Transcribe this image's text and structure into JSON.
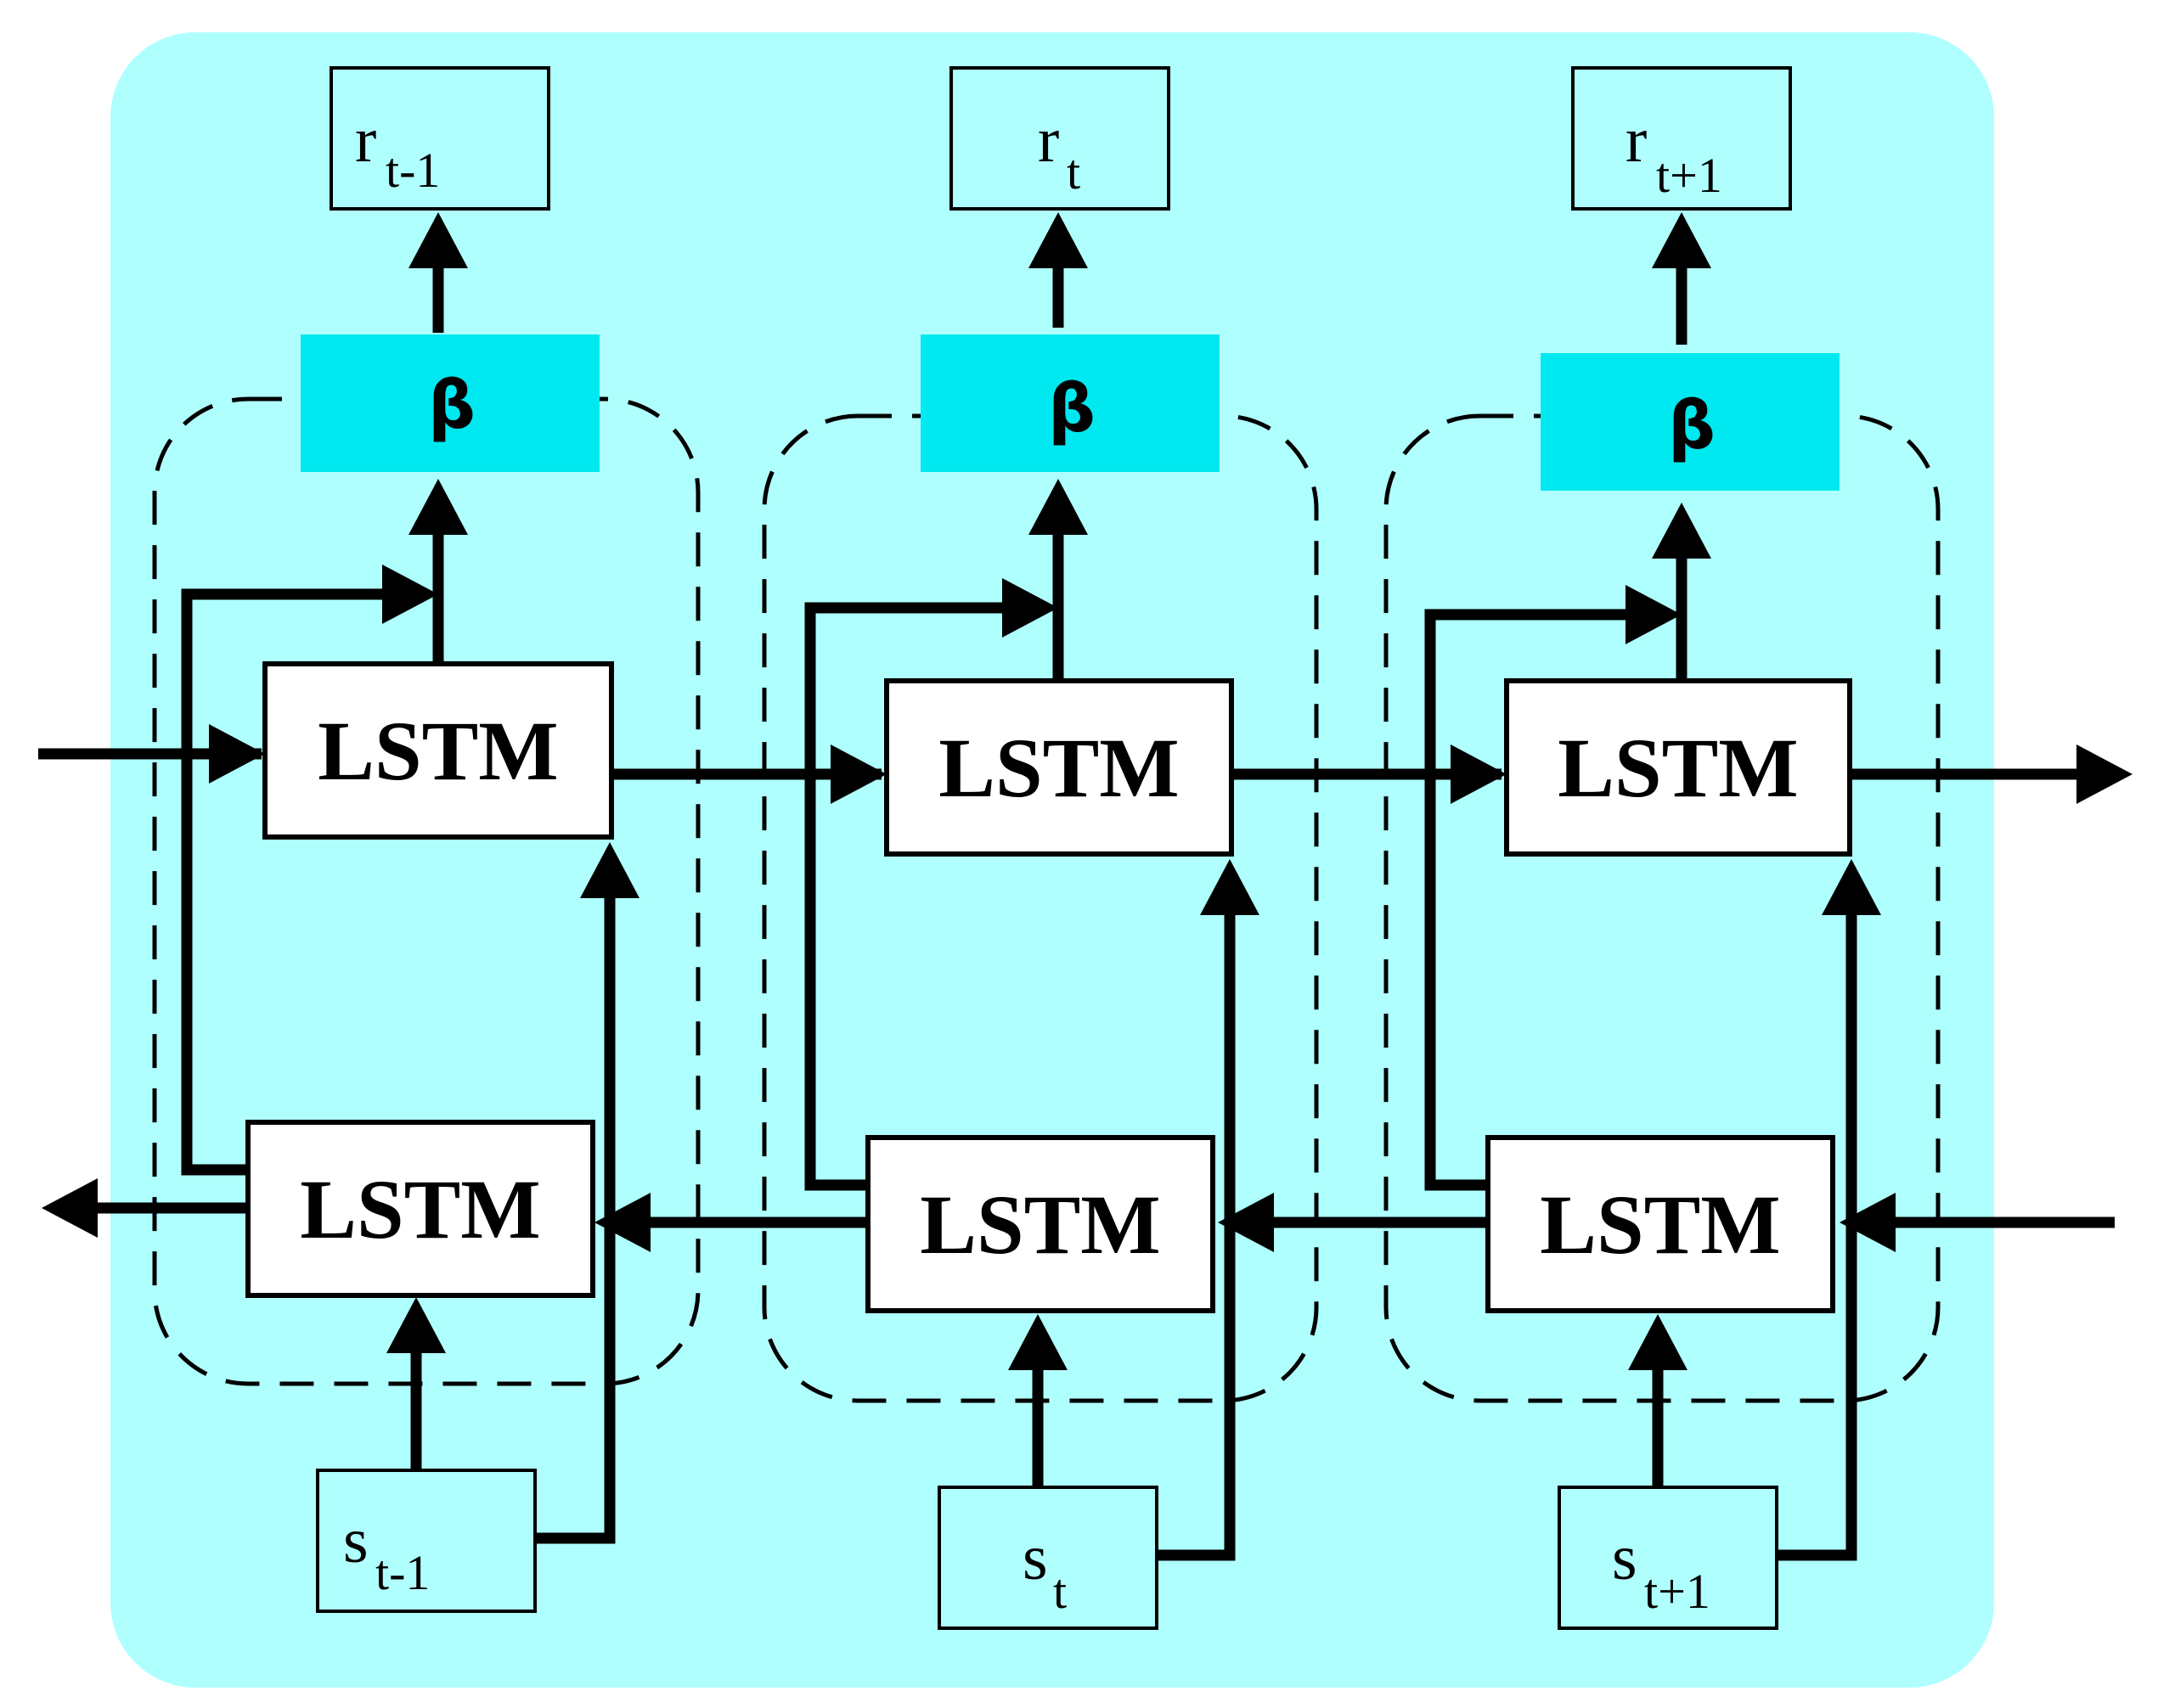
{
  "colors": {
    "panel_fill": "#b0ffff",
    "beta_fill": "#00e8f0",
    "box_fill": "#ffffff",
    "stroke": "#000000"
  },
  "icons": {
    "arrowheads": "filled-triangle-arrowhead",
    "bidirectional_flow": "arrow-left-right"
  },
  "columns": [
    {
      "forward_lstm_label": "LSTM",
      "backward_lstm_label": "LSTM",
      "beta_label": "β",
      "output": {
        "base": "r",
        "sub": "t-1"
      },
      "input": {
        "base": "s",
        "sub": "t-1"
      }
    },
    {
      "forward_lstm_label": "LSTM",
      "backward_lstm_label": "LSTM",
      "beta_label": "β",
      "output": {
        "base": "r",
        "sub": "t"
      },
      "input": {
        "base": "s",
        "sub": "t"
      }
    },
    {
      "forward_lstm_label": "LSTM",
      "backward_lstm_label": "LSTM",
      "beta_label": "β",
      "output": {
        "base": "r",
        "sub": "t+1"
      },
      "input": {
        "base": "s",
        "sub": "t+1"
      }
    }
  ]
}
